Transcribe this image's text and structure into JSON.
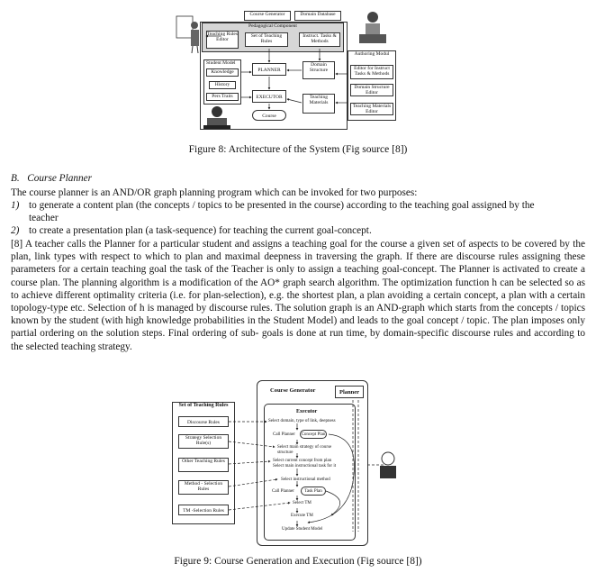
{
  "figure8": {
    "caption": "Figure 8: Architecture of the System (Fig source [8])",
    "course_generator": "Course Generator",
    "domain_database": "Domain Database",
    "pedagogical_component": "Pedagogical Component",
    "teaching_rules_editor": "Teaching Rules Editor",
    "set_of_teaching_rules": "Set of Teaching Rules",
    "instruct_tasks_methods": "Instruct. Tasks & Methods",
    "student_model": "Student Model",
    "knowledge": "Knowledge",
    "history": "History",
    "pers_traits": "Pers Traits",
    "planner": "PLANNER",
    "executor": "EXECUTOR",
    "course": "Course",
    "domain_structure": "Domain Structure",
    "teaching_materials": "Teaching Materials",
    "authoring_modul": "Authoring Modul",
    "editor_instruct": "Editor for Instruct Tasks & Methods",
    "domain_structure_editor": "Domain Structure Editor",
    "teaching_materials_editor": "Teaching Materials Editor"
  },
  "section": {
    "number": "B.",
    "title": "Course Planner",
    "intro": "The course planner is an AND/OR graph planning program which can be invoked for two purposes:",
    "items": [
      {
        "num": "1)",
        "text": "to generate a content plan (the concepts / topics to be presented in the course) according to the teaching goal assigned by the",
        "cont": "teacher"
      },
      {
        "num": "2)",
        "text": "to create a presentation plan (a task-sequence) for teaching the current goal-concept."
      }
    ],
    "body": "[8] A teacher calls the Planner for a particular student and assigns a teaching goal for the course a given set of aspects to be covered by the plan, link types with respect to which to plan and maximal deepness in traversing the graph. If there are discourse rules assigning these parameters for a certain teaching goal the task of the Teacher is only to assign a teaching goal-concept. The Planner is activated to create a course plan. The planning algorithm is a modification of the AO* graph search algorithm. The optimization function h can be selected so as to achieve different optimality criteria (i.e. for plan-selection), e.g. the shortest plan, a plan avoiding a certain concept, a plan with a certain topology-type etc. Selection of h is managed by discourse rules. The solution graph is an AND-graph which starts from the concepts / topics known by the student (with high knowledge probabilities in the Student Model) and leads to the goal concept / topic. The plan imposes only partial ordering on the solution steps. Final ordering of sub- goals is done at run time, by domain-specific discourse rules and according to the selected teaching strategy."
  },
  "figure9": {
    "caption": "Figure 9: Course Generation and Execution (Fig source [8])",
    "course_generator": "Course Generator",
    "planner": "Planner",
    "set_of_teaching_rules": "Set of Teaching Rules",
    "rules": [
      "Discourse Rules",
      "Strategy Selection Rule(s)",
      "Other Teaching Rules",
      "Method - Selection Rules",
      "TM -Selection Rules"
    ],
    "executor": "Executor",
    "steps": [
      "Select domain, type of link, deepness",
      "Call Planner",
      "Concept Plan",
      "Select main strategy of course structure",
      "Select current concept from plan",
      "Select main instructional task for it",
      "Select instructional method",
      "Call Planner",
      "Task Plan",
      "Select TM",
      "Execute TM",
      "Update Student Model"
    ]
  }
}
